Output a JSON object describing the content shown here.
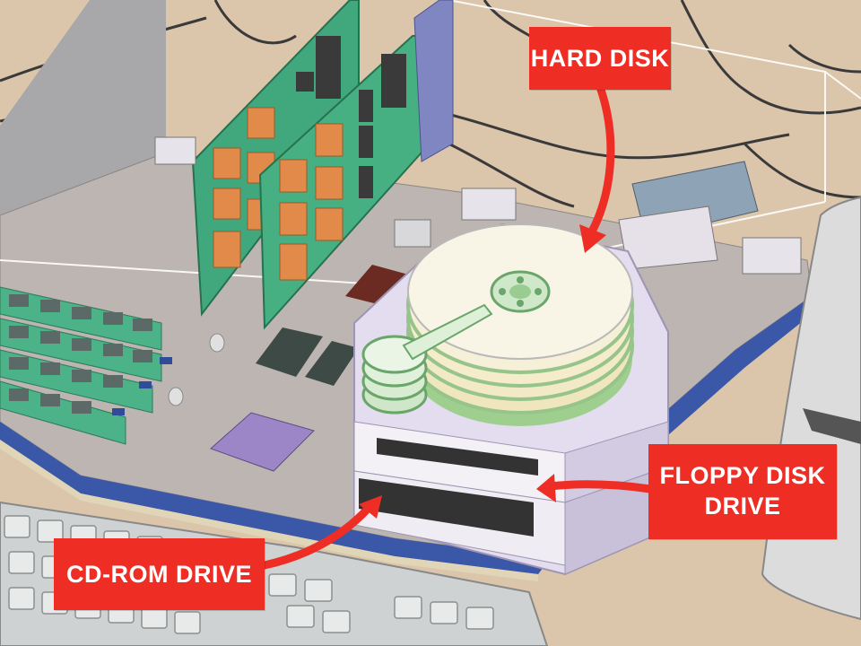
{
  "labels": {
    "hard_disk": "HARD DISK",
    "floppy_line1": "FLOPPY DISK",
    "floppy_line2": "DRIVE",
    "cdrom": "CD-ROM DRIVE"
  },
  "colors": {
    "callout": "#ee2e24",
    "background": "#d9c3a8",
    "motherboard": "#b9b2ae",
    "board_edge": "#3b57a8",
    "pcb_green": "#4bb387",
    "chip_orange": "#e0864a",
    "drive_case": "#d9d3ea",
    "keyboard": "#d6d8d8"
  }
}
